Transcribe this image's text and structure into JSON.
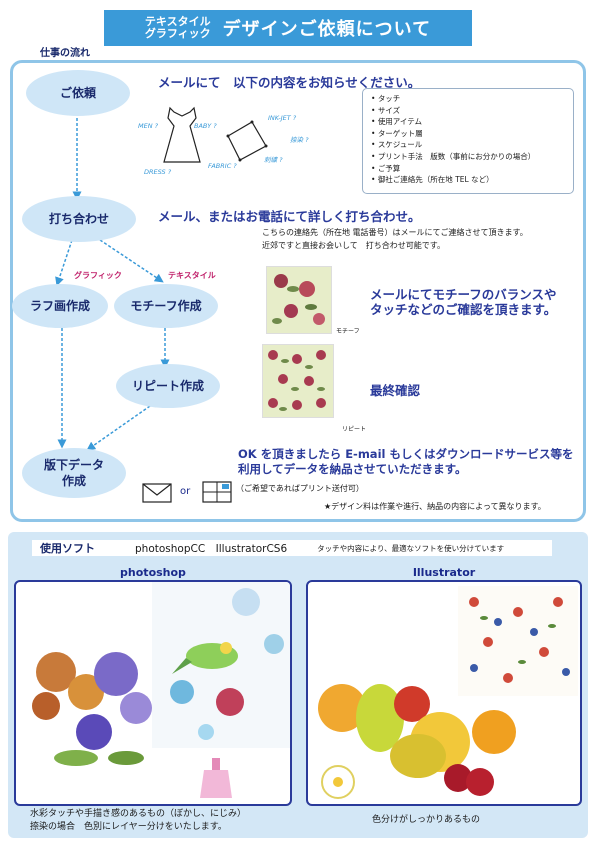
{
  "title": {
    "top_line": "テキスタイル",
    "bottom_line": "グラフィック",
    "main": "デザインご依頼について"
  },
  "flow_label": "仕事の流れ",
  "steps": {
    "request": "ご依頼",
    "meeting": "打ち合わせ",
    "rough": "ラフ画作成",
    "motif": "モチーフ作成",
    "repeat": "リピート作成",
    "final_line1": "版下データ",
    "final_line2": "作成"
  },
  "branch_labels": {
    "graphic": "グラフィック",
    "textile": "テキスタイル"
  },
  "request_heading": "メールにて　以下の内容をお知らせください。",
  "request_items": [
    "タッチ",
    "サイズ",
    "使用アイテム",
    "ターゲット層",
    "スケジュール",
    "プリント手法　版数（事前にお分かりの場合）",
    "ご予算",
    "御社ご連絡先（所在地 TEL など）"
  ],
  "sketch_words": {
    "men": "MEN ?",
    "baby": "BABY ?",
    "dress": "DRESS ?",
    "fabric": "FABRIC ?",
    "inkjet": "INK-JET ?",
    "nassen": "捺染 ?",
    "embroidery": "刺繍 ?"
  },
  "meeting_heading": "メール、またはお電話にて詳しく打ち合わせ。",
  "meeting_note_1": "こちらの連絡先（所在地 電話番号）はメールにてご連絡させて頂きます。",
  "meeting_note_2": "近郊ですと直接お会いして　打ち合わせ可能です。",
  "motif_caption": "モチーフ",
  "motif_heading_1": "メールにてモチーフのバランスや",
  "motif_heading_2": "タッチなどのご確認を頂きます。",
  "repeat_caption": "リピート",
  "repeat_heading": "最終確認",
  "delivery_1": "OK を頂きましたら E-mail もしくはダウンロードサービス等を",
  "delivery_2": "利用してデータを納品させていただきます。",
  "or_text": "or",
  "print_note": "（ご希望であればプリント送付可）",
  "fee_note": "★デザイン料は作業や進行、納品の内容によって異なります。",
  "software": {
    "label": "使用ソフト",
    "apps": "photoshopCC　IllustratorCS6",
    "note": "タッチや内容により、最適なソフトを使い分けています"
  },
  "photoshop": {
    "title": "photoshop",
    "caption_1": "水彩タッチや手描き感のあるもの（ぼかし、にじみ）",
    "caption_2": "捺染の場合　色別にレイヤー分けをいたします。"
  },
  "illustrator": {
    "title": "Illustrator",
    "caption": "色分けがしっかりあるもの"
  },
  "colors": {
    "accent": "#3a9ad8",
    "oval": "#cfe6f7",
    "navy": "#1a2a6c",
    "pink": "#c0206a",
    "panel": "#d3e7f6"
  }
}
